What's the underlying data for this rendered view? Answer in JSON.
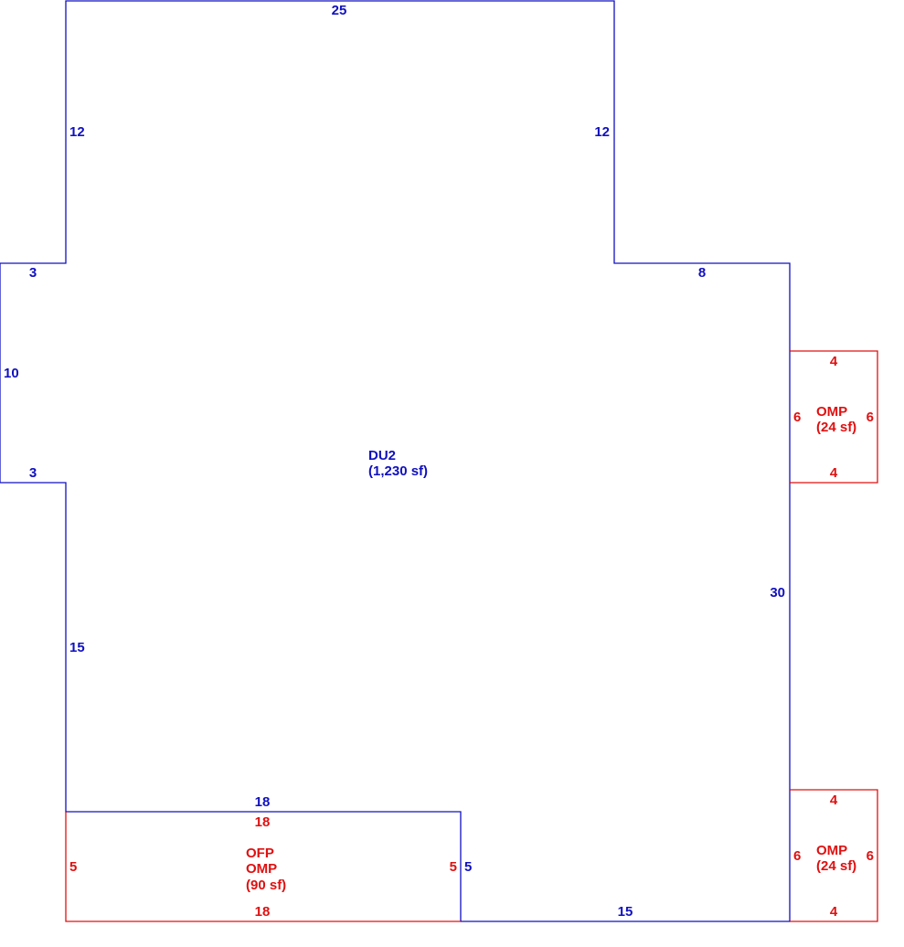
{
  "colors": {
    "main": "#1010c0",
    "addition": "#e01010"
  },
  "main_area": {
    "name": "DU2",
    "area": "(1,230 sf)",
    "dims": {
      "top": "25",
      "left_upper": "12",
      "right_upper": "12",
      "left_step_top": "3",
      "left_step_side": "10",
      "left_step_bottom": "3",
      "right_step_top": "8",
      "left_lower": "15",
      "right_side": "30",
      "bottom_inner": "18",
      "bottom_right": "15",
      "notch_side": "5"
    }
  },
  "porch_bottom": {
    "name1": "OFP",
    "name2": "OMP",
    "area": "(90 sf)",
    "dims": {
      "top": "18",
      "bottom": "18",
      "left": "5",
      "right": "5"
    }
  },
  "porch_right_top": {
    "name": "OMP",
    "area": "(24 sf)",
    "dims": {
      "top": "4",
      "bottom": "4",
      "left": "6",
      "right": "6"
    }
  },
  "porch_right_bottom": {
    "name": "OMP",
    "area": "(24 sf)",
    "dims": {
      "top": "4",
      "bottom": "4",
      "left": "6",
      "right": "6"
    }
  }
}
